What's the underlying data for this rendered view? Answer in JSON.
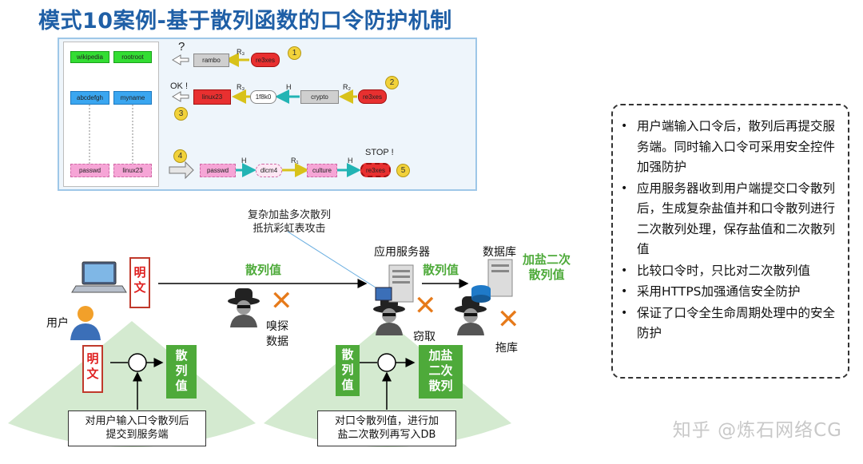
{
  "title": "模式10案例-基于散列函数的口令防护机制",
  "rainbow_table": {
    "table_rows": [
      [
        "wikipedia",
        "rootroot"
      ],
      [
        "abcdefgh",
        "myname"
      ],
      [
        "passwd",
        "linux23"
      ]
    ],
    "chain1": {
      "unknown": "?",
      "step": "1",
      "r": "R₃",
      "plain": "rambo",
      "hash": "re3xes"
    },
    "chain2": {
      "step": "2",
      "ok": "OK !",
      "step3": "3",
      "r3": "R₃",
      "h": "H",
      "r2": "R₂",
      "n1": "linux23",
      "n2": "1f8k0",
      "n3": "crypto",
      "hash": "re3xes"
    },
    "chain3": {
      "step": "4",
      "step5": "5",
      "stop": "STOP !",
      "h1": "H",
      "r1": "R₁",
      "h2": "H",
      "n1": "passwd",
      "n2": "dlcm4",
      "n3": "culture",
      "hash": "re3xes"
    }
  },
  "caption_rainbow": [
    "复杂加盐多次散列",
    "抵抗彩虹表攻击"
  ],
  "labels": {
    "user": "用户",
    "app_server": "应用服务器",
    "database": "数据库",
    "hash_value_1": "散列值",
    "hash_value_2": "散列值",
    "salted_twice": [
      "加盐二次",
      "散列值"
    ],
    "sniff": [
      "嗅探",
      "数据"
    ],
    "steal": "窃取",
    "drag_db": "拖库"
  },
  "client_flow": {
    "plain_top": [
      "明",
      "文"
    ],
    "plain": [
      "明",
      "文"
    ],
    "hash": [
      "散",
      "列",
      "值"
    ],
    "desc": [
      "对用户输入口令散列后",
      "提交到服务端"
    ]
  },
  "server_flow": {
    "hash": [
      "散",
      "列",
      "值"
    ],
    "salted": [
      "加盐",
      "二次",
      "散列"
    ],
    "desc": [
      "对口令散列值，进行加",
      "盐二次散列再写入DB"
    ]
  },
  "notes": [
    "用户端输入口令后，散列后再提交服务端。同时输入口令可采用安全控件加强防护",
    "应用服务器收到用户端提交口令散列后，生成复杂盐值并和口令散列进行二次散列处理，保存盐值和二次散列值",
    "比较口令时，只比对二次散列值",
    "采用HTTPS加强通信安全防护",
    "保证了口令全生命周期处理中的安全防护"
  ],
  "watermark": "知乎 @炼石网络CG",
  "colors": {
    "title": "#1f5fa6",
    "accent_green": "#4eaa3a",
    "alert_red": "#e02020",
    "x_orange": "#e67a1a"
  }
}
